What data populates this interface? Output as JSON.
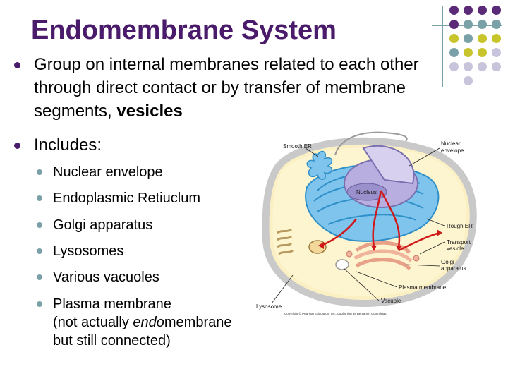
{
  "slide": {
    "title": "Endomembrane System",
    "bullets": [
      {
        "text": "Group on internal membranes related to each other through direct contact or by transfer of membrane segments, ",
        "bold": "vesicles"
      },
      {
        "text": "Includes:"
      }
    ],
    "sub_items": [
      "Nuclear envelope",
      "Endoplasmic Retiuclum",
      "Golgi apparatus",
      "Lysosomes",
      "Various vacuoles",
      "Plasma membrane"
    ],
    "note_pre": "(not actually ",
    "note_italic": "endo",
    "note_post1": "membrane",
    "note_line2": "but still connected)"
  },
  "diagram": {
    "labels": {
      "smooth_er": "Smooth ER",
      "nuclear_envelope_1": "Nuclear",
      "nuclear_envelope_2": "envelope",
      "nucleus": "Nucleus",
      "rough_er": "Rough ER",
      "transport_vesicle_1": "Transport",
      "transport_vesicle_2": "vesicle",
      "golgi_1": "Golgi",
      "golgi_2": "apparatus",
      "plasma_membrane": "Plasma membrane",
      "vacuole": "Vacuole",
      "lysosome": "Lysosome",
      "copyright": "Copyright © Pearson Education, Inc., publishing as Benjamin Cummings."
    }
  },
  "colors": {
    "title": "#4b1b6b",
    "bullet_main": "#4b1b6b",
    "bullet_sub": "#7aa0a8",
    "accent_purple": "#5a2a78",
    "accent_teal": "#7aa0a8",
    "accent_olive": "#c8c42c",
    "accent_lilac": "#c7c4dc"
  }
}
